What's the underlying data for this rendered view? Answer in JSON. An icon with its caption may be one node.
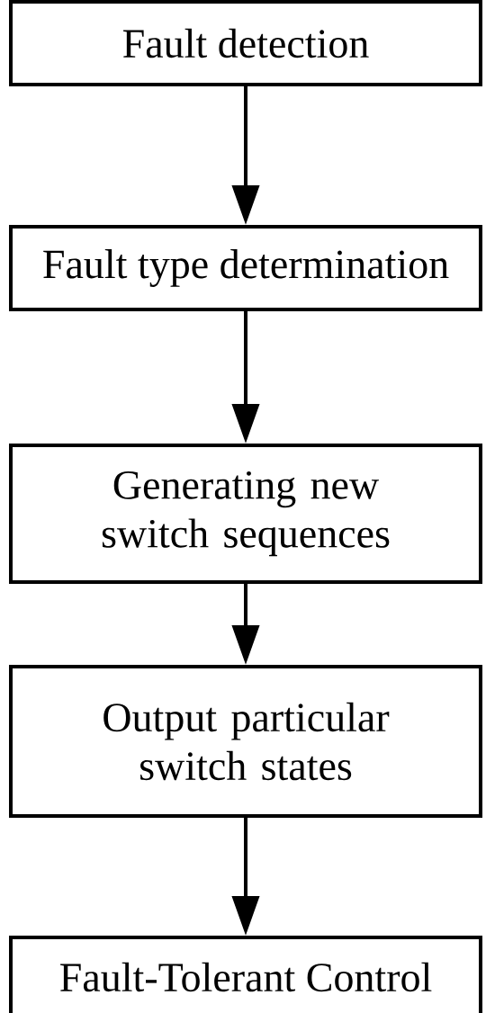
{
  "diagram": {
    "nodes": [
      {
        "text": [
          "Fault detection"
        ]
      },
      {
        "text": [
          "Fault type determination"
        ]
      },
      {
        "text": [
          "Generating new switch sequences"
        ]
      },
      {
        "text": [
          "Output particular switch states"
        ]
      },
      {
        "text": [
          "Fault-Tolerant Control"
        ]
      }
    ],
    "edges": [
      {
        "from": 0,
        "to": 1,
        "arrow": "to"
      },
      {
        "from": 1,
        "to": 2,
        "arrow": "to"
      },
      {
        "from": 2,
        "to": 3,
        "arrow": "to"
      },
      {
        "from": 3,
        "to": 4,
        "arrow": "to"
      }
    ]
  }
}
